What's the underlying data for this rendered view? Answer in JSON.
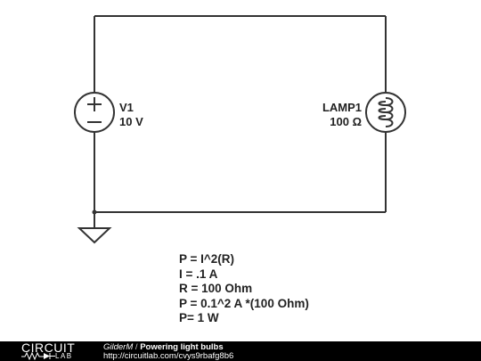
{
  "schematic": {
    "source": {
      "name": "V1",
      "value": "10 V",
      "plus_symbol": "+",
      "minus_symbol": "−"
    },
    "lamp": {
      "name": "LAMP1",
      "value": "100 Ω"
    }
  },
  "equations": [
    "P = I^2(R)",
    "I = .1 A",
    "R = 100 Ohm",
    "P = 0.1^2 A *(100 Ohm)",
    "P= 1 W"
  ],
  "footer": {
    "logo_top": "CIRCUIT",
    "logo_bottom": "LAB",
    "author": "GilderM",
    "separator": " / ",
    "title": "Powering light bulbs",
    "url": "http://circuitlab.com/cvys9rbafg8b6"
  },
  "colors": {
    "wire": "#333333",
    "footer_bg": "#000000",
    "text": "#222222"
  }
}
